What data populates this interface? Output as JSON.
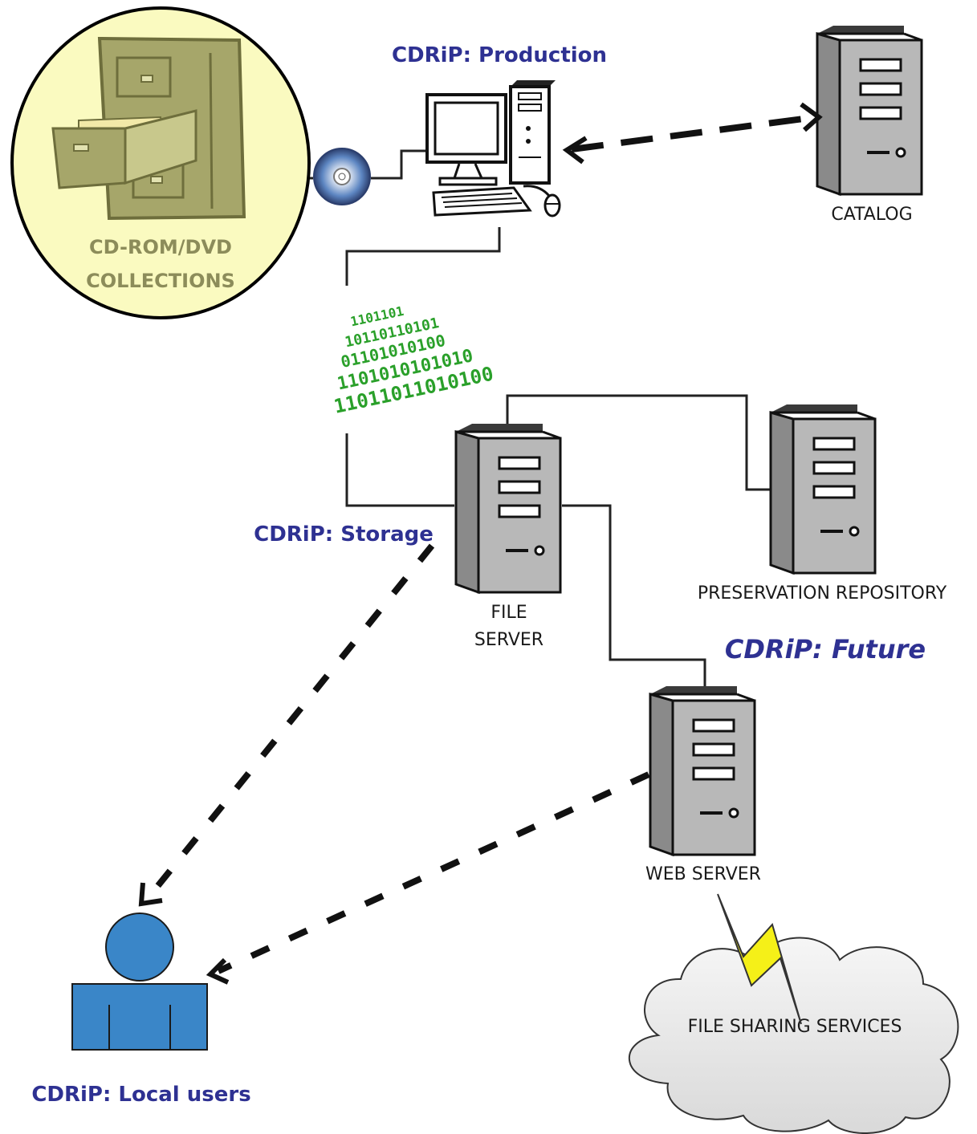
{
  "labels": {
    "collections_line1": "CD-ROM/DVD",
    "collections_line2": "COLLECTIONS",
    "production": "CDRiP: Production",
    "catalog": "CATALOG",
    "storage": "CDRiP: Storage",
    "file_server_line1": "FILE",
    "file_server_line2": "SERVER",
    "preservation_repository": "PRESERVATION REPOSITORY",
    "future": "CDRiP: Future",
    "web_server": "WEB SERVER",
    "file_sharing": "FILE SHARING SERVICES",
    "local_users": "CDRiP: Local users"
  },
  "binary_stream": [
    "1101101",
    "10110110101",
    "01101010100",
    "1101010101010",
    "11011011010100"
  ],
  "colors": {
    "label_blue": "#2e3192",
    "collection_fill": "#fafac0",
    "cabinet": "#a6a66a",
    "server_body": "#b8b8b8",
    "user_blue": "#3a86c8",
    "bolt_yellow": "#f5f018",
    "cloud_fill": "#ececec",
    "bits_green": "#2aa02a"
  }
}
